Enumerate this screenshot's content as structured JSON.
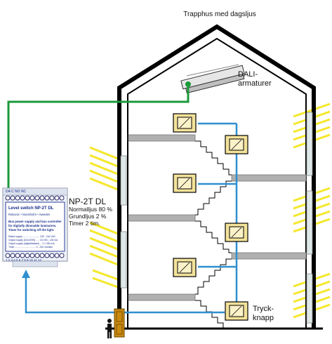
{
  "title": "Trapphus med dagsljus",
  "dali_label": [
    "DALI-",
    "armaturer"
  ],
  "device": {
    "name": "NP-2T DL",
    "settings": [
      "Normalljus 80 %",
      "Grundljus 2 %",
      "Timer 2 tim."
    ]
  },
  "pushbutton_label": [
    "Tryck-",
    "knapp"
  ],
  "module": {
    "top_terminals": "DA  C NO NC",
    "heading": "Level switch NP-2T DL",
    "origin": "Ratronic • Stockholm • Sweden",
    "desc": [
      "Bus power supply and bus controller",
      "for digitally dimmable luminaires.",
      "Timer for switching off the light."
    ],
    "spec_rows": [
      "Rated supply ......................... 230 - 240 VAC",
      "Output supply (DALI/DSI) ..... 16 VDC, 128 mA",
      "Output supply (digital/ballast) ... 2 x 250 mA",
      "Timer ............................... 0 - 240 minutes"
    ],
    "bottom_numbers": "1  2  3  4  5  6  7  8  9  10  11  12"
  },
  "colors": {
    "bus_line": "#1a9a3a",
    "button_line": "#2f8fd0",
    "sun_ray": "#f5e72a",
    "wall": "#000000",
    "floor_slab": "#b0b0b0",
    "switch_plate": "#f3e29a",
    "door": "#c98a12"
  },
  "icons": [
    "sun-ray-icon",
    "wall-switch-icon",
    "luminaire-icon",
    "person-icon",
    "door-icon"
  ]
}
